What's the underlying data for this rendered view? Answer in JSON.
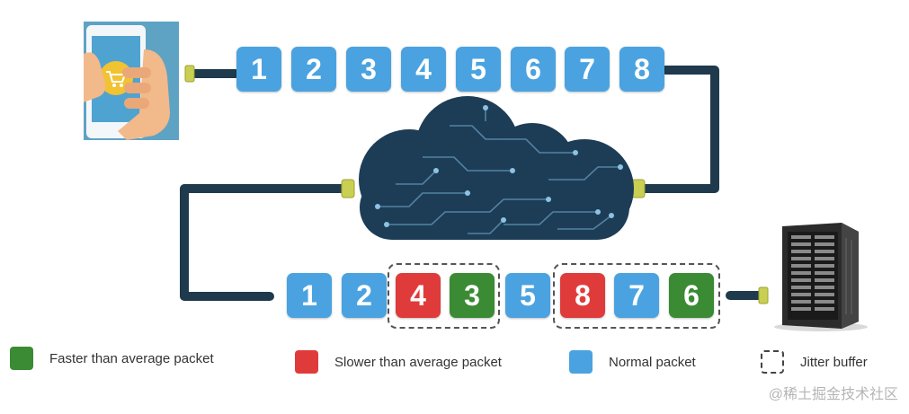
{
  "top_row": {
    "packets": [
      {
        "label": "1",
        "kind": "normal"
      },
      {
        "label": "2",
        "kind": "normal"
      },
      {
        "label": "3",
        "kind": "normal"
      },
      {
        "label": "4",
        "kind": "normal"
      },
      {
        "label": "5",
        "kind": "normal"
      },
      {
        "label": "6",
        "kind": "normal"
      },
      {
        "label": "7",
        "kind": "normal"
      },
      {
        "label": "8",
        "kind": "normal"
      }
    ]
  },
  "bottom_row": {
    "packets": [
      {
        "label": "1",
        "kind": "normal"
      },
      {
        "label": "2",
        "kind": "normal"
      },
      {
        "label": "4",
        "kind": "slow"
      },
      {
        "label": "3",
        "kind": "fast"
      },
      {
        "label": "5",
        "kind": "normal"
      },
      {
        "label": "8",
        "kind": "slow"
      },
      {
        "label": "7",
        "kind": "normal"
      },
      {
        "label": "6",
        "kind": "fast"
      }
    ]
  },
  "legend": {
    "fast": "Faster than average packet",
    "slow": "Slower than average packet",
    "normal": "Normal packet",
    "jitter": "Jitter buffer"
  },
  "watermark": "@稀土掘金技术社区",
  "colors": {
    "normal": "#4aa3e0",
    "slow": "#e03b3b",
    "fast": "#3a8b33",
    "pipe": "#1e3a4c",
    "connector": "#c9cf52",
    "cloud": "#1d3d57"
  },
  "icons": {
    "sender": "smartphone-shopping-cart-icon",
    "network": "circuit-cloud-icon",
    "receiver": "server-tower-icon"
  }
}
